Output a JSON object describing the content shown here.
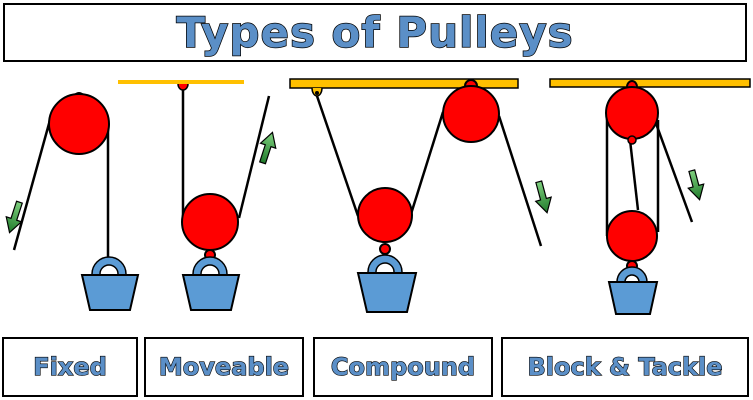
{
  "title": "Types of Pulleys",
  "labels": {
    "fixed": "Fixed",
    "moveable": "Moveable",
    "compound": "Compound",
    "block_tackle": "Block & Tackle"
  },
  "colors": {
    "title_text": "#5b8fc7",
    "pulley": "#ff0000",
    "weight": "#5b9bd5",
    "beam": "#ffc000",
    "arrow": "#2e8b3a"
  }
}
